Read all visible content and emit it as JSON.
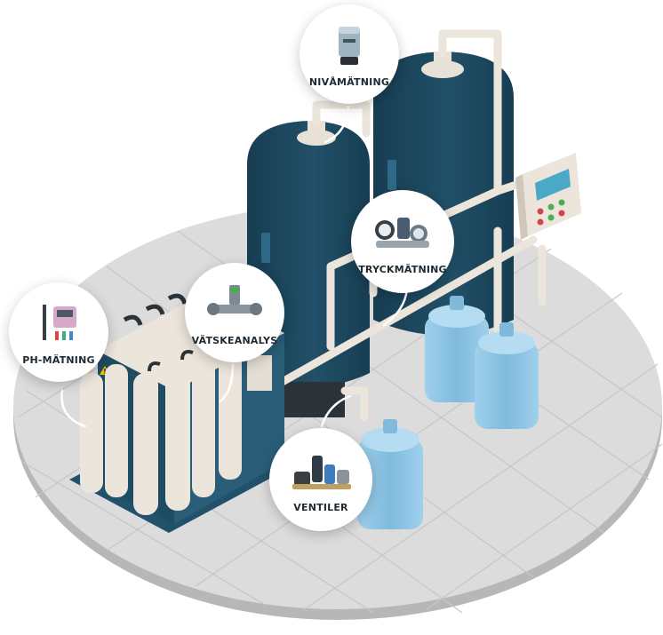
{
  "colors": {
    "tank": "#1f4b63",
    "tank_dark": "#153a4e",
    "pipe": "#ece5dc",
    "floor_light": "#d9d9d9",
    "floor_dark": "#bdbdbd",
    "water": "#8cc4e4",
    "panel": "#e4ddd3"
  },
  "callouts": {
    "nivamatning": {
      "label": "NIVÅMÄTNING",
      "icon": "level-sensor-icon"
    },
    "tryckmatning": {
      "label": "TRYCKMÄTNING",
      "icon": "pressure-gauges-icon"
    },
    "vatskeanalys": {
      "label": "VÄTSKEANALYS",
      "icon": "flow-meter-icon"
    },
    "ph_matning": {
      "label": "PH-MÄTNING",
      "icon": "ph-meter-icon"
    },
    "ventiler": {
      "label": "VENTILER",
      "icon": "valves-icon"
    }
  },
  "equipment": {
    "warning_sign": "!"
  }
}
